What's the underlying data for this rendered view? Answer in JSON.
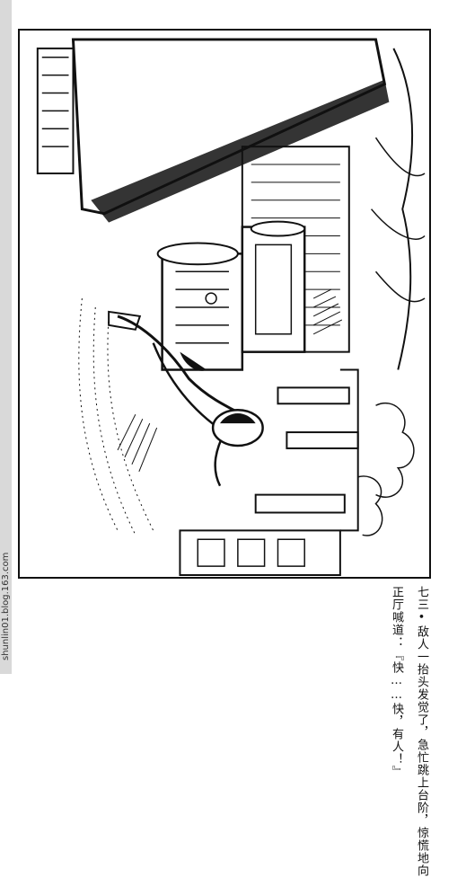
{
  "watermark": "shunlin01.blog.163.com",
  "caption": {
    "number": "七三",
    "lines": [
      "七三•敌人一抬头发觉了，急忙跳上台阶，惊慌地向",
      "正厅喊道：『快……快，有人！』"
    ]
  },
  "illustration": {
    "description_icon": "comic-illustration",
    "colors": {
      "ink": "#111111",
      "paper": "#ffffff"
    }
  }
}
